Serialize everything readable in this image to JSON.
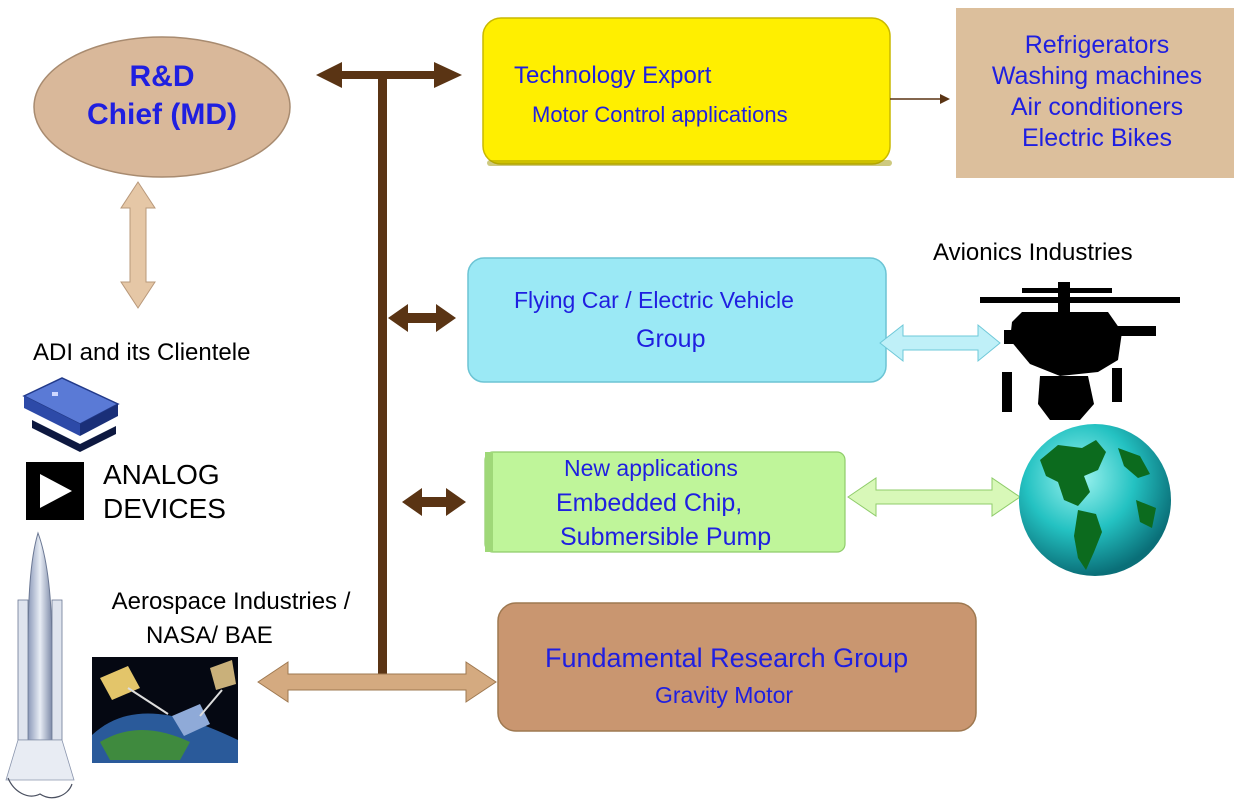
{
  "chief": {
    "line1": "R&D",
    "line2": "Chief (MD)"
  },
  "tech_export": {
    "line1": "Technology Export",
    "line2": "Motor Control applications"
  },
  "appliances": [
    "Refrigerators",
    "Washing machines",
    "Air conditioners",
    "Electric Bikes"
  ],
  "flying_car": {
    "line1": "Flying Car / Electric Vehicle",
    "line2": "Group"
  },
  "avionics_label": "Avionics Industries",
  "new_apps": {
    "line1": "New applications",
    "line2": "Embedded Chip,",
    "line3": "Submersible Pump"
  },
  "adi_label": "ADI and its Clientele",
  "analog_devices": {
    "line1": "ANALOG",
    "line2": "DEVICES"
  },
  "aerospace": {
    "line1": "Aerospace Industries /",
    "line2": "NASA/ BAE"
  },
  "fundamental": {
    "line1": "Fundamental Research Group",
    "line2": "Gravity Motor"
  },
  "colors": {
    "chief_fill": "#d9b89a",
    "tech_fill": "#ffef00",
    "appliance_fill": "#dcbf9c",
    "flying_fill": "#9be9f5",
    "new_apps_fill": "#bff59a",
    "fundamental_fill": "#c99670",
    "bus": "#5a3414",
    "text_blue": "#1f1fe0"
  },
  "icons": [
    "chip-icon",
    "play-logo-icon",
    "rocket-icon",
    "satellite-photo-icon",
    "helicopter-icon",
    "globe-icon"
  ]
}
